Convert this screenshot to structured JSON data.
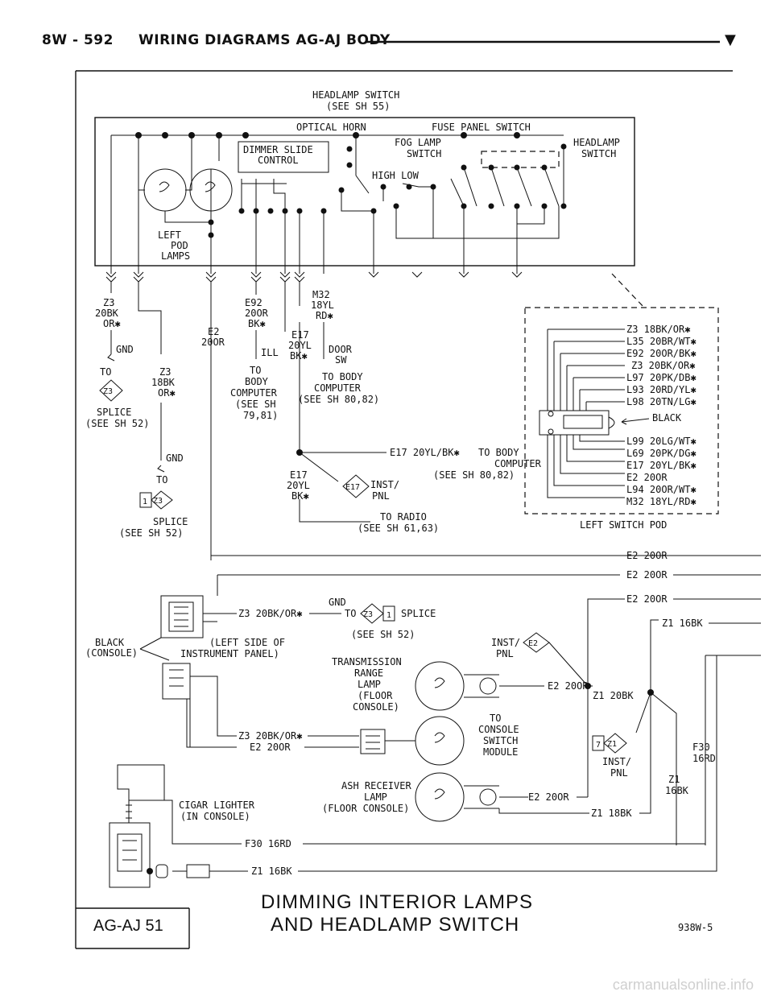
{
  "header": {
    "page": "8W - 592",
    "section": "WIRING DIAGRAMS AG-AJ BODY",
    "marker": "▼"
  },
  "switch_block": {
    "title_line1": "HEADLAMP SWITCH",
    "title_line2": "(SEE SH 55)",
    "optical_horn": "OPTICAL HORN",
    "fuse_panel_switch": "FUSE PANEL SWITCH",
    "dimmer_line1": "DIMMER SLIDE",
    "dimmer_line2": "CONTROL",
    "fog_line1": "FOG LAMP",
    "fog_line2": "SWITCH",
    "headlamp_line1": "HEADLAMP",
    "headlamp_line2": "SWITCH",
    "high_low": "HIGH LOW",
    "left_pod_1": "LEFT",
    "left_pod_2": "POD",
    "left_pod_3": "LAMPS"
  },
  "wires": {
    "z3_20bk": [
      "Z3",
      "20BK",
      "OR✱"
    ],
    "gnd1": "GND",
    "to1": "TO",
    "z3_badge": "Z3",
    "splice1": [
      "SPLICE",
      "(SEE SH 52)"
    ],
    "z3_18bk": [
      "Z3",
      "18BK",
      "OR✱"
    ],
    "e2_20or_a": [
      "E2",
      "20OR"
    ],
    "gnd2": "GND",
    "to2": "TO",
    "z3_badge2_num": "1",
    "z3_badge2": "Z3",
    "splice2": [
      "SPLICE",
      "(SEE SH 52)"
    ],
    "e92": [
      "E92",
      "20OR",
      "BK✱"
    ],
    "ill": "ILL",
    "to_body_a": [
      "TO",
      "BODY",
      "COMPUTER",
      "(SEE SH",
      "79,81)"
    ],
    "e17": [
      "E17",
      "20YL",
      "BK✱"
    ],
    "m32": [
      "M32",
      "18YL",
      "RD✱"
    ],
    "door": [
      "DOOR",
      "SW"
    ],
    "to_body_b": [
      "TO BODY",
      "COMPUTER",
      "(SEE SH 80,82)"
    ],
    "e17_bk": "E17 20YL/BK✱",
    "to_body_c": [
      "TO BODY",
      "COMPUTER",
      "(SEE SH 80,82)"
    ],
    "e17_b": [
      "E17",
      "20YL",
      "BK✱"
    ],
    "e17_badge": "E17",
    "inst_pnl": [
      "INST/",
      "PNL"
    ],
    "to_radio": [
      "TO RADIO",
      "(SEE SH 61,63)"
    ]
  },
  "pod": {
    "wires_top": [
      "Z3 18BK/OR✱",
      "L35 20BR/WT✱",
      "E92 20OR/BK✱",
      "Z3 20BK/OR✱",
      "L97 20PK/DB✱",
      "L93 20RD/YL✱",
      "L98 20TN/LG✱"
    ],
    "black": "BLACK",
    "wires_bottom": [
      "L99 20LG/WT✱",
      "L69 20PK/DG✱",
      "E17 20YL/BK✱",
      "E2 20OR",
      "L94 20OR/WT✱",
      "M32 18YL/RD✱"
    ],
    "caption": "LEFT SWITCH POD"
  },
  "lower": {
    "e2_right": [
      "E2 20OR",
      "E2 20OR",
      "E2 20OR"
    ],
    "z3_or_1": "Z3 20BK/OR✱",
    "gnd": "GND",
    "to": "TO",
    "z3_badge": "Z3",
    "z3_num": "1",
    "splice": "SPLICE",
    "see_sh52": "(SEE SH 52)",
    "black_console": [
      "BLACK",
      "(CONSOLE)"
    ],
    "left_side": [
      "(LEFT SIDE OF",
      "INSTRUMENT PANEL)"
    ],
    "inst_pnl_e2": [
      "INST/",
      "PNL"
    ],
    "e2_badge": "E2",
    "z1_16bk_right": "Z1 16BK",
    "transmission": [
      "TRANSMISSION",
      "RANGE",
      "LAMP",
      "(FLOOR",
      "CONSOLE)"
    ],
    "e2_20or_mid": "E2 20OR",
    "z1_20bk": "Z1 20BK",
    "z3_or_2": "Z3 20BK/OR✱",
    "e2_20or_2": "E2 20OR",
    "to_console": [
      "TO",
      "CONSOLE",
      "SWITCH",
      "MODULE"
    ],
    "z1_badge_num": "7",
    "z1_badge": "Z1",
    "inst_pnl_z1": [
      "INST/",
      "PNL"
    ],
    "f30_16rd_r": [
      "F30",
      "16RD"
    ],
    "z1_16bk_r": [
      "Z1",
      "16BK"
    ],
    "ash": [
      "ASH RECEIVER",
      "LAMP",
      "(FLOOR CONSOLE)"
    ],
    "e2_20or_ash": "E2 20OR",
    "z1_18bk": "Z1 18BK",
    "cigar": [
      "CIGAR LIGHTER",
      "(IN CONSOLE)"
    ],
    "f30_16rd": "F30 16RD",
    "z1_16bk": "Z1 16BK"
  },
  "footer": {
    "title1": "DIMMING INTERIOR LAMPS",
    "title2": "AND HEADLAMP SWITCH",
    "code": "AG-AJ 51",
    "ref": "938W-5"
  },
  "watermark": "carmanualsonline.info"
}
